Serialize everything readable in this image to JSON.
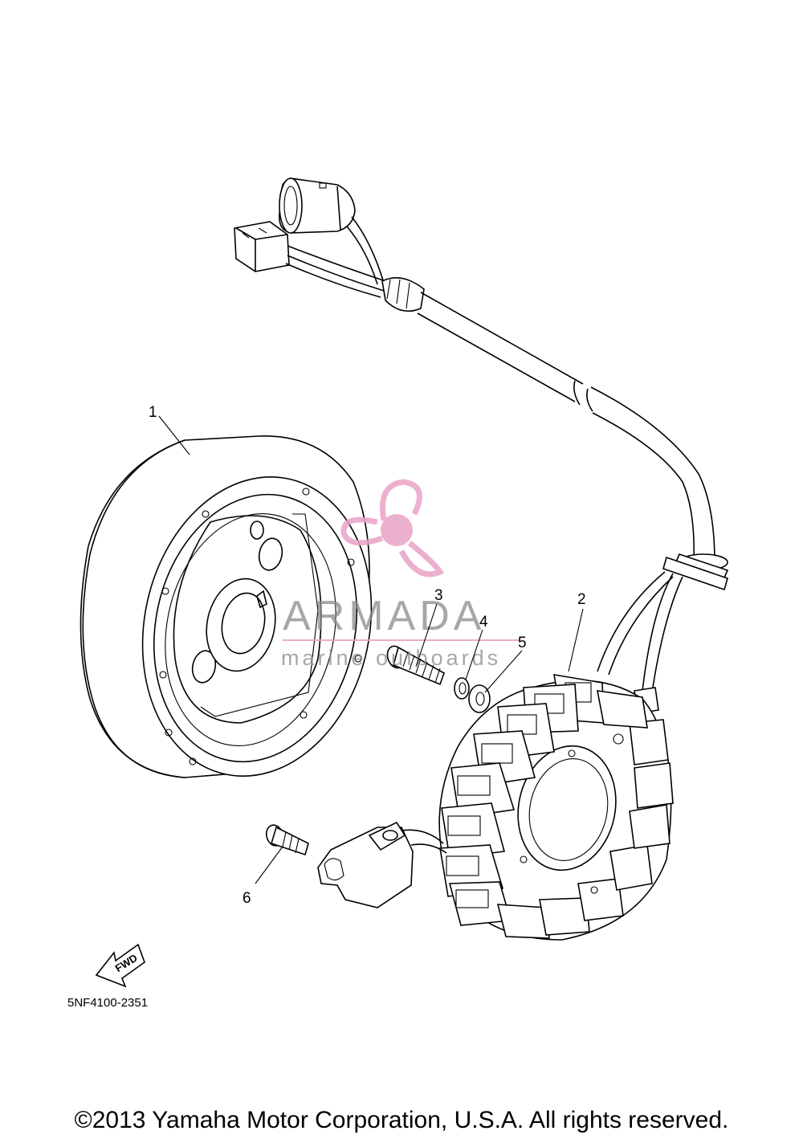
{
  "callouts": [
    {
      "label": "1"
    },
    {
      "label": "2"
    },
    {
      "label": "3"
    },
    {
      "label": "4"
    },
    {
      "label": "5"
    },
    {
      "label": "6"
    }
  ],
  "fwd_arrow": {
    "label": "FWD",
    "icon": "fwd-arrow-icon"
  },
  "part_code": "5NF4100-2351",
  "watermark": {
    "name": "ARMADA",
    "subtitle": "marine outboards",
    "icon": "propeller-logo-icon",
    "accent": "#e9a3c7"
  },
  "copyright": "©2013 Yamaha Motor Corporation, U.S.A. All rights reserved."
}
